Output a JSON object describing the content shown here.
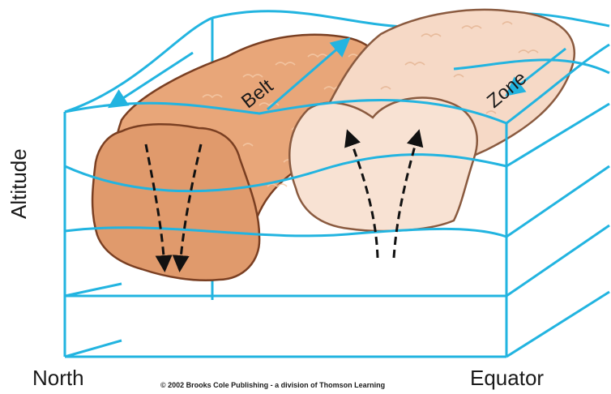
{
  "labels": {
    "belt": "Belt",
    "zone": "Zone",
    "altitude": "Altitude",
    "north": "North",
    "equator": "Equator",
    "copyright": "© 2002 Brooks Cole Publishing - a division of Thomson Learning"
  },
  "colors": {
    "wire": "#22b4e0",
    "belt_fill": "#e8a679",
    "belt_edge": "#7a3f22",
    "zone_fill": "#f6d9c6",
    "zone_edge": "#8a5a3f",
    "flow_arrow": "#111111"
  },
  "icons": {
    "flow_direction": "arrow-icon",
    "vertical_motion": "dashed-arrow-icon"
  }
}
